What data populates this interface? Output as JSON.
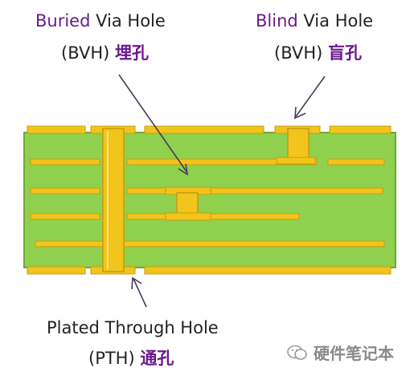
{
  "labels": {
    "buried": {
      "keyword": "Buried",
      "rest": "Via Hole",
      "abbr": "(BVH)",
      "cn": "埋孔"
    },
    "blind": {
      "keyword": "Blind",
      "rest": "Via Hole",
      "abbr": "(BVH)",
      "cn": "盲孔"
    },
    "pth": {
      "line1": "Plated Through Hole",
      "abbr": "(PTH)",
      "cn": "通孔"
    }
  },
  "watermark": {
    "text": "硬件笔记本"
  },
  "colors": {
    "board": "#8fd14f",
    "board_edge": "#6fa838",
    "copper": "#f2c51c",
    "copper_edge": "#c89a10",
    "arrow": "#4a3a5a",
    "accent_text": "#6b1a8a"
  }
}
